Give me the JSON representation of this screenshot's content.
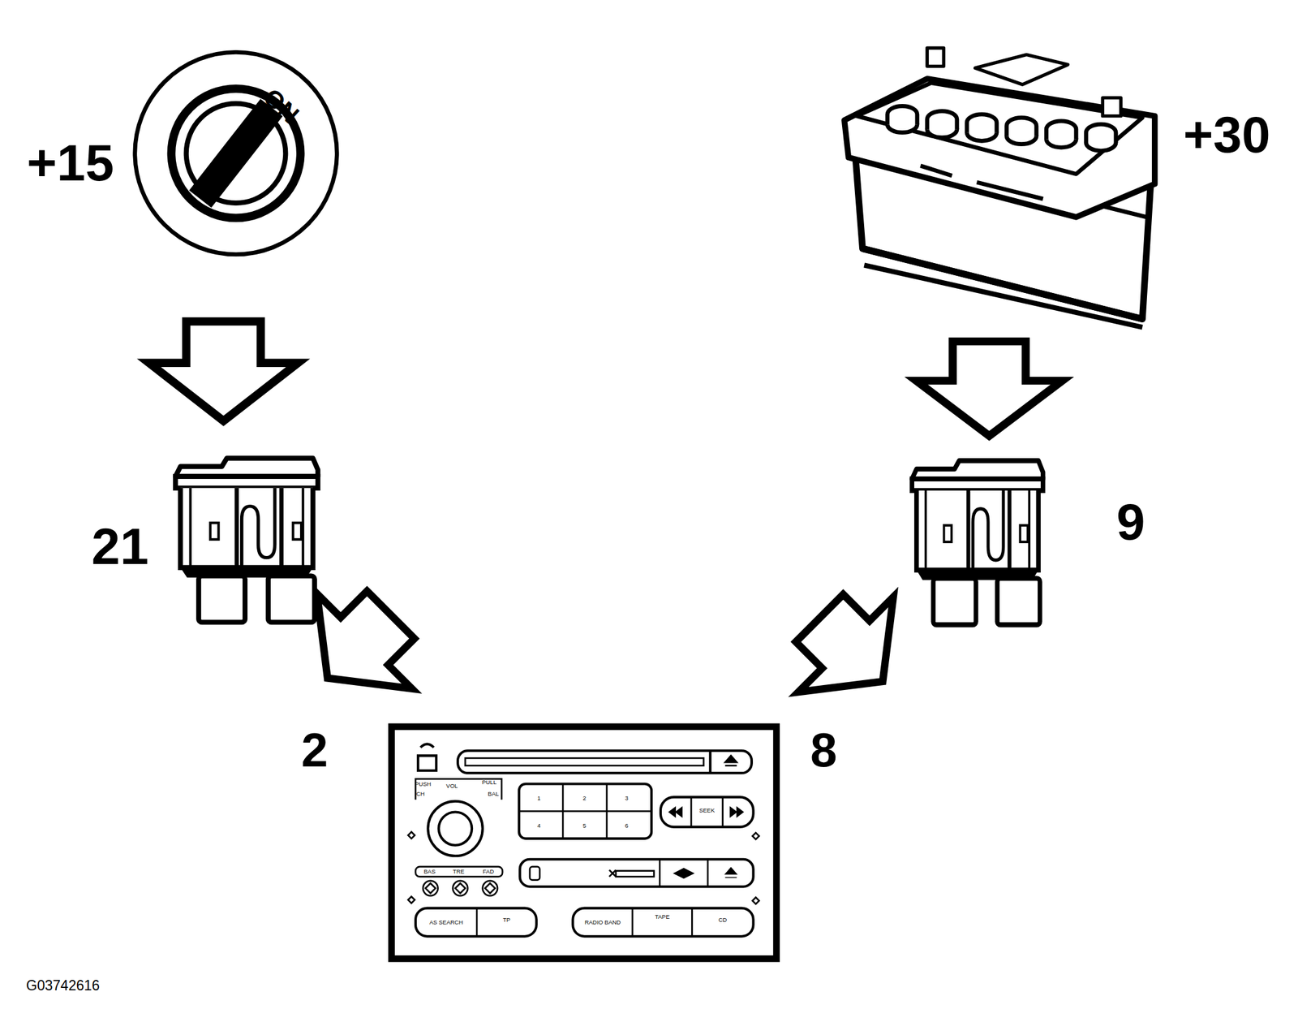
{
  "diagram": {
    "nodes": [
      {
        "text": [
          "ON"
        ]
      }
    ],
    "labels": [
      "+15",
      "21",
      "2",
      "8",
      "9",
      "+30",
      "G03742616",
      "PUSH",
      "CH",
      "VOL",
      "PULL",
      "BAL",
      "1",
      "2",
      "3",
      "4",
      "5",
      "6",
      "SEEK",
      "BAS",
      "TRE",
      "FAD",
      "AS SEARCH",
      "TP",
      "RADIO BAND",
      "TAPE",
      "CD"
    ]
  }
}
